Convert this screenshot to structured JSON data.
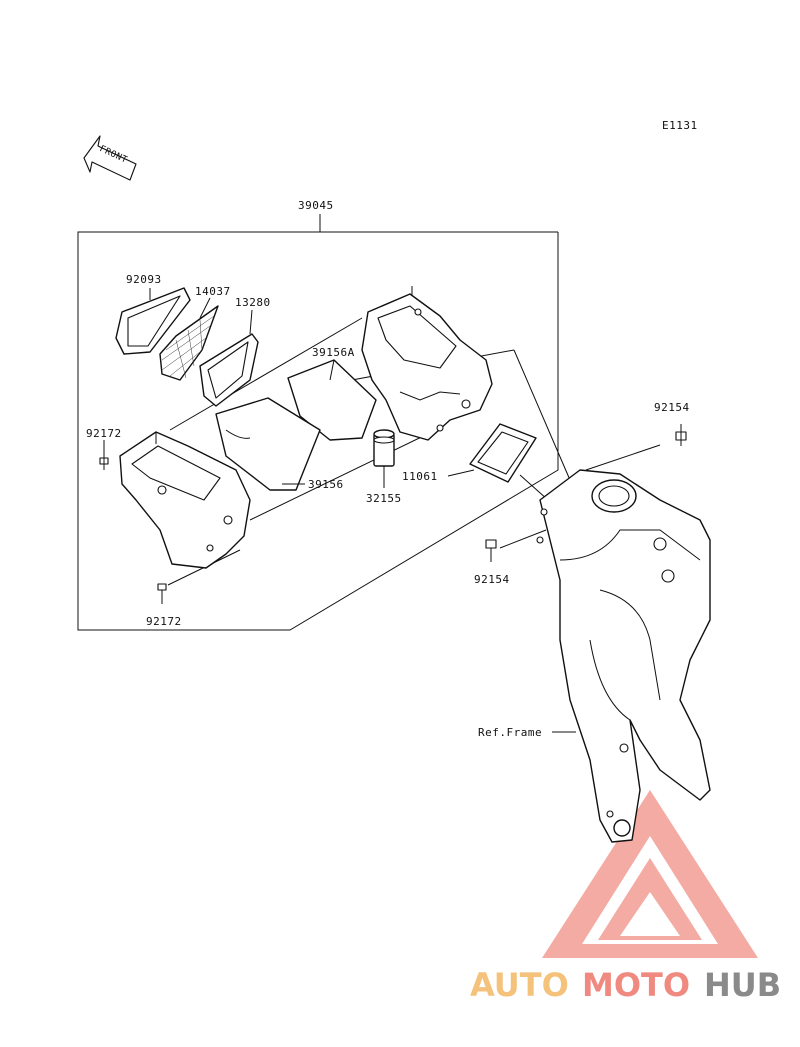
{
  "diagram": {
    "code": "E1131",
    "front_label": "FRONT",
    "parts": {
      "assembly": "39045",
      "duct_cover": "92093",
      "screen": "14037",
      "gasket": "13280",
      "plate_a": "39156A",
      "plate": "39156",
      "cap": "32155",
      "seal": "11061",
      "bolt_upper_left": "92172",
      "bolt_lower_left": "92172",
      "bolt_upper_right": "92154",
      "bolt_lower_right": "92154"
    },
    "frame_ref": "Ref.Frame"
  },
  "watermark": {
    "part1": "AUTO",
    "part2": "MOTO",
    "part3": "HUB",
    "colors": {
      "auto": "#f4c27a",
      "moto": "#f08a80",
      "hub": "#8a8a8a"
    }
  }
}
